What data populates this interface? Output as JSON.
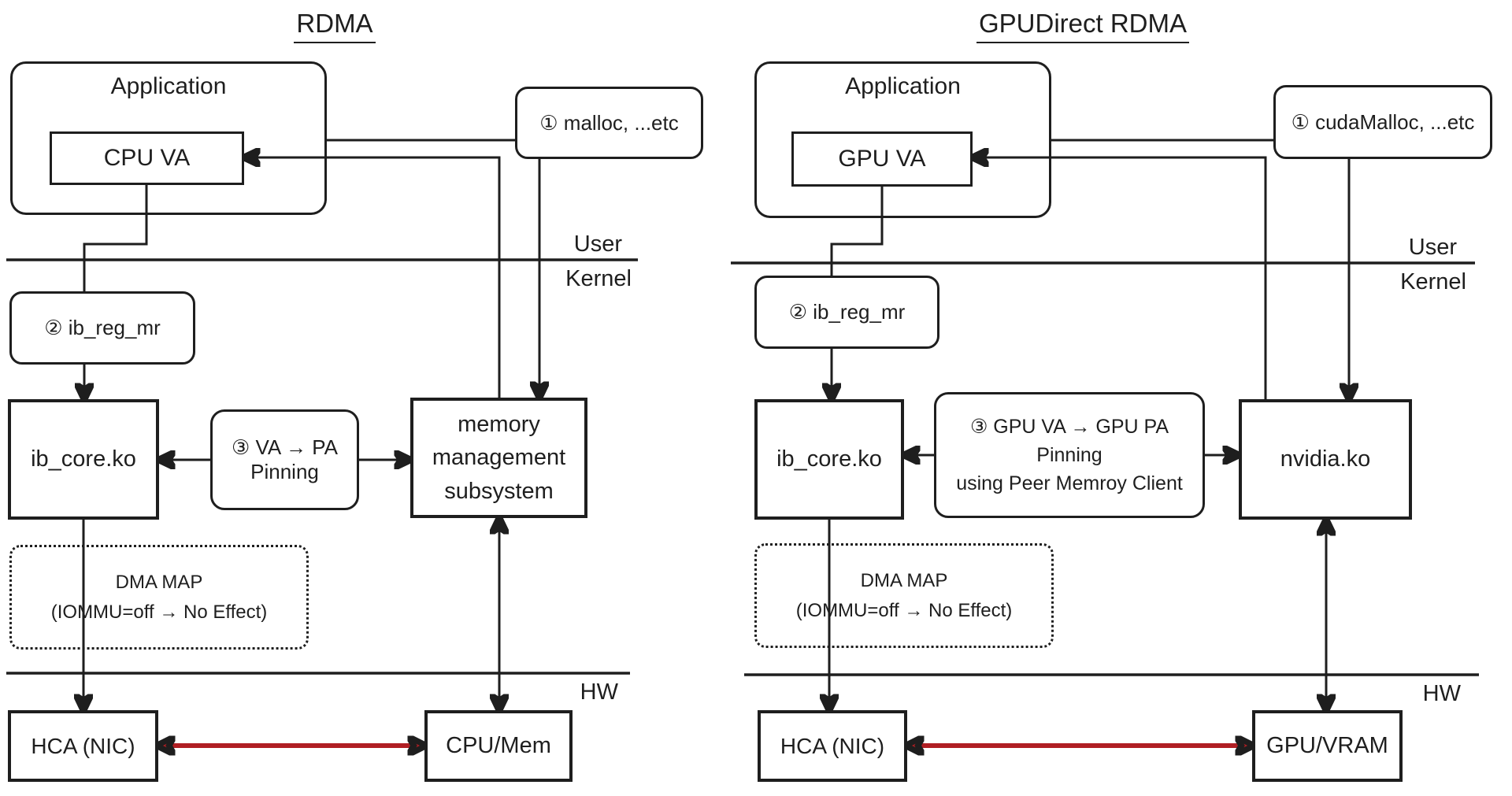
{
  "colors": {
    "ink": "#1e1e1e",
    "red": "#b01e23",
    "background": "#ffffff"
  },
  "left": {
    "title": "RDMA",
    "application": "Application",
    "va_box": "CPU VA",
    "alloc_note": "① malloc, ...etc",
    "reg_note": "② ib_reg_mr",
    "core_module": "ib_core.ko",
    "pinning_note": "③ VA → PA\nPinning",
    "kernel_subsystem": "memory\nmanagement\nsubsystem",
    "dma_note": "DMA MAP\n(IOMMU=off → No Effect)",
    "nic_box": "HCA (NIC)",
    "memory_device": "CPU/Mem",
    "boundary_user": "User",
    "boundary_kernel": "Kernel",
    "boundary_hw": "HW"
  },
  "right": {
    "title": "GPUDirect RDMA",
    "application": "Application",
    "va_box": "GPU VA",
    "alloc_note": "① cudaMalloc, ...etc",
    "reg_note": "② ib_reg_mr",
    "core_module": "ib_core.ko",
    "pinning_note": "③ GPU VA → GPU PA\nPinning\nusing Peer Memroy Client",
    "kernel_driver": "nvidia.ko",
    "dma_note": "DMA MAP\n(IOMMU=off → No Effect)",
    "nic_box": "HCA (NIC)",
    "memory_device": "GPU/VRAM",
    "boundary_user": "User",
    "boundary_kernel": "Kernel",
    "boundary_hw": "HW"
  }
}
